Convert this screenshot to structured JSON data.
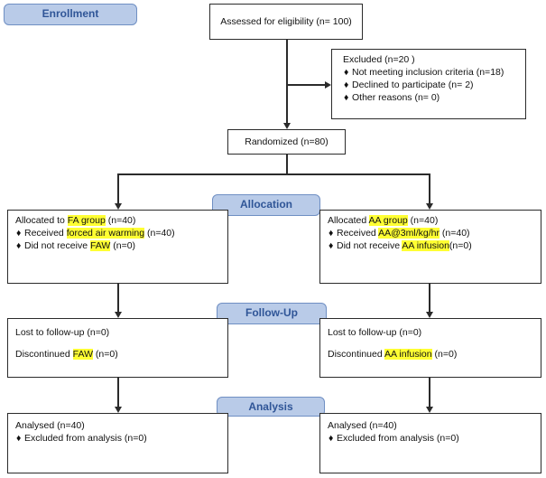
{
  "stages": {
    "enrollment": "Enrollment",
    "allocation": "Allocation",
    "followup": "Follow-Up",
    "analysis": "Analysis"
  },
  "eligibility": "Assessed for eligibility (n= 100)",
  "excluded": {
    "title": "Excluded (n=20   )",
    "items": [
      "Not meeting inclusion criteria (n=18)",
      "Declined to participate (n= 2)",
      "Other reasons (n= 0)"
    ]
  },
  "randomized": "Randomized (n=80)",
  "left_alloc": {
    "prefix": "Allocated to ",
    "group": "FA group",
    "count": " (n=40)",
    "received_pre": "Received ",
    "received_hl": "forced air warming",
    "received_post": " (n=40)",
    "notrec_pre": "Did not receive ",
    "notrec_hl": "FAW",
    "notrec_post": "  (n=0)"
  },
  "right_alloc": {
    "prefix": "Allocated ",
    "group": "AA group",
    "count": " (n=40)",
    "received_pre": "Received ",
    "received_hl": "AA@3ml/kg/hr",
    "received_post": " (n=40)",
    "notrec_pre": "Did not receive ",
    "notrec_hl": "AA infusion",
    "notrec_post": "(n=0)"
  },
  "left_follow": {
    "lost": "Lost to follow-up (n=0)",
    "disc_pre": "Discontinued ",
    "disc_hl": "FAW",
    "disc_post": " (n=0)"
  },
  "right_follow": {
    "lost": "Lost to follow-up (n=0)",
    "disc_pre": "Discontinued ",
    "disc_hl": "AA infusion",
    "disc_post": " (n=0)"
  },
  "left_analysis": {
    "analysed": "Analysed (n=40)",
    "excluded": "Excluded from analysis (n=0)"
  },
  "right_analysis": {
    "analysed": "Analysed (n=40)",
    "excluded": "Excluded from analysis (n=0)"
  },
  "bullet": "♦",
  "colors": {
    "stage_fill": "#b9cbe8",
    "stage_text": "#2f5597",
    "highlight": "#ffff33",
    "line": "#2b2b2b"
  }
}
